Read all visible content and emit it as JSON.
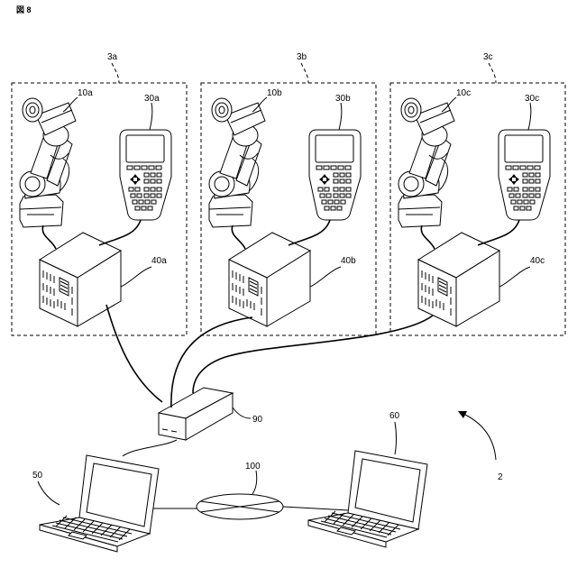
{
  "figure": {
    "title": "図 8"
  },
  "system": {
    "ref": "2"
  },
  "cells": [
    {
      "group_ref": "3a",
      "robot_ref": "10a",
      "pendant_ref": "30a",
      "controller_ref": "40a"
    },
    {
      "group_ref": "3b",
      "robot_ref": "10b",
      "pendant_ref": "30b",
      "controller_ref": "40b"
    },
    {
      "group_ref": "3c",
      "robot_ref": "10c",
      "pendant_ref": "30c",
      "controller_ref": "40c"
    }
  ],
  "hub": {
    "ref": "90"
  },
  "network": {
    "ref": "100"
  },
  "laptop_left": {
    "ref": "50"
  },
  "laptop_right": {
    "ref": "60"
  }
}
